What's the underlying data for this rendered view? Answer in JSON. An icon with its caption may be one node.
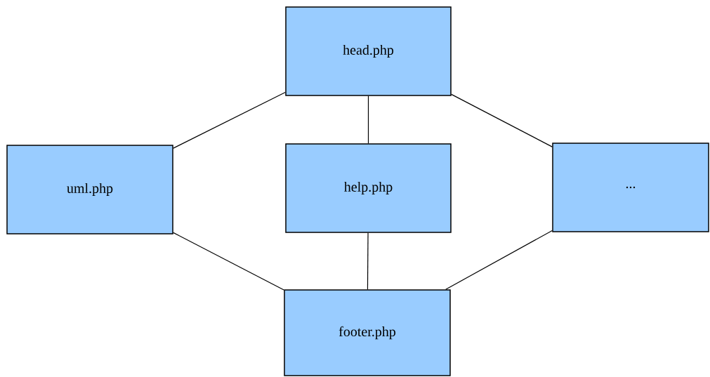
{
  "diagram": {
    "nodes": [
      {
        "text": [
          "head.php"
        ]
      },
      {
        "text": [
          "uml.php"
        ]
      },
      {
        "text": [
          "help.php"
        ]
      },
      {
        "text": [
          "..."
        ]
      },
      {
        "text": [
          "footer.php"
        ]
      }
    ],
    "edges": [
      {
        "from": 0,
        "to": 1,
        "arrow": "none"
      },
      {
        "from": 0,
        "to": 2,
        "arrow": "none"
      },
      {
        "from": 0,
        "to": 3,
        "arrow": "none"
      },
      {
        "from": 1,
        "to": 4,
        "arrow": "none"
      },
      {
        "from": 2,
        "to": 4,
        "arrow": "none"
      },
      {
        "from": 3,
        "to": 4,
        "arrow": "none"
      }
    ]
  }
}
